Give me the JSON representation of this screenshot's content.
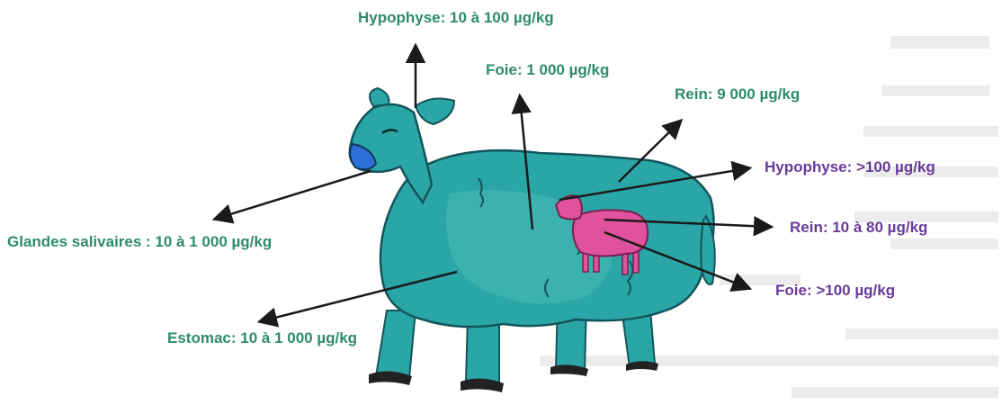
{
  "colors": {
    "adult_label": "#2e8b6e",
    "lamb_label": "#6a3a9a",
    "adult_sheep": "#2aa6a6",
    "adult_sheep_dark": "#1f8f8f",
    "lamb_sheep": "#e0529c",
    "nose": "#2c6fd6",
    "arrow": "#1a1a1a"
  },
  "adult_labels": {
    "hypophyse": "Hypophyse: 10 à 100 µg/kg",
    "foie": "Foie: 1 000 µg/kg",
    "rein": "Rein: 9 000 µg/kg",
    "glandes": "Glandes salivaires : 10 à 1 000 µg/kg",
    "estomac": "Estomac: 10 à 1 000 µg/kg"
  },
  "lamb_labels": {
    "hypophyse": "Hypophyse: >100 µg/kg",
    "rein": "Rein: 10 à 80 µg/kg",
    "foie": "Foie: >100 µg/kg"
  }
}
